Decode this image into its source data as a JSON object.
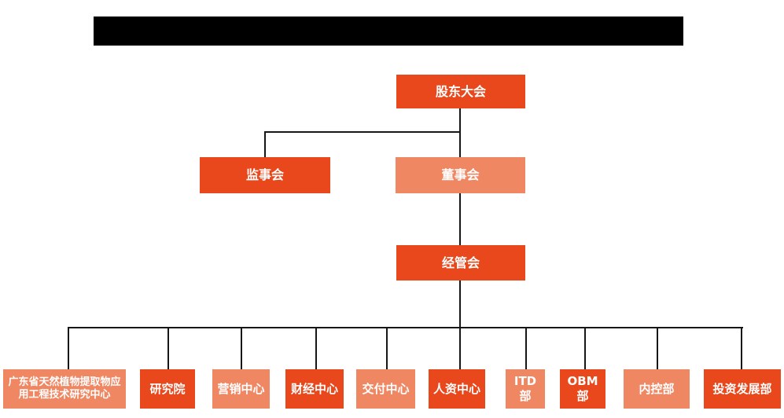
{
  "colors": {
    "node_primary": "#E8481C",
    "node_secondary": "#EF8763",
    "connector": "#161616",
    "redaction": "#000000",
    "background": "#FFFFFF",
    "node_text": "#FFFFFF"
  },
  "header": {
    "redacted": true,
    "note": "title bar fully blacked out, no visible text"
  },
  "org_chart": {
    "top": {
      "label": "股东大会",
      "variant": "primary"
    },
    "level2": [
      {
        "label": "监事会",
        "variant": "primary"
      },
      {
        "label": "董事会",
        "variant": "secondary"
      }
    ],
    "level3": {
      "label": "经管会",
      "variant": "primary"
    },
    "departments": [
      {
        "label": "广东省天然植物提取物应用工程技术研究中心",
        "variant": "secondary"
      },
      {
        "label": "研究院",
        "variant": "primary"
      },
      {
        "label": "营销中心",
        "variant": "secondary"
      },
      {
        "label": "财经中心",
        "variant": "primary"
      },
      {
        "label": "交付中心",
        "variant": "secondary"
      },
      {
        "label": "人资中心",
        "variant": "primary"
      },
      {
        "label": "ITD部",
        "variant": "secondary"
      },
      {
        "label": "OBM部",
        "variant": "primary"
      },
      {
        "label": "内控部",
        "variant": "secondary"
      },
      {
        "label": "投资发展部",
        "variant": "primary"
      }
    ]
  }
}
